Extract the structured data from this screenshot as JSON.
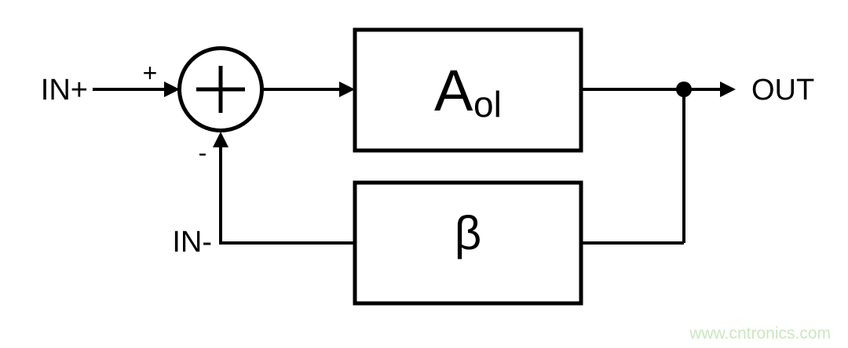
{
  "diagram": {
    "kind": "negative-feedback amplifier block diagram",
    "labels": {
      "input_positive": "IN+",
      "input_negative": "IN-",
      "output": "OUT",
      "summing_positive_sign": "+",
      "summing_negative_sign": "-",
      "gain_block_main": "A",
      "gain_block_subscript": "ol",
      "feedback_block": "β"
    },
    "colors": {
      "line": "#000000",
      "background": "#ffffff",
      "watermark": "#cbe7c0"
    },
    "watermark": "www.cntronics.com"
  }
}
